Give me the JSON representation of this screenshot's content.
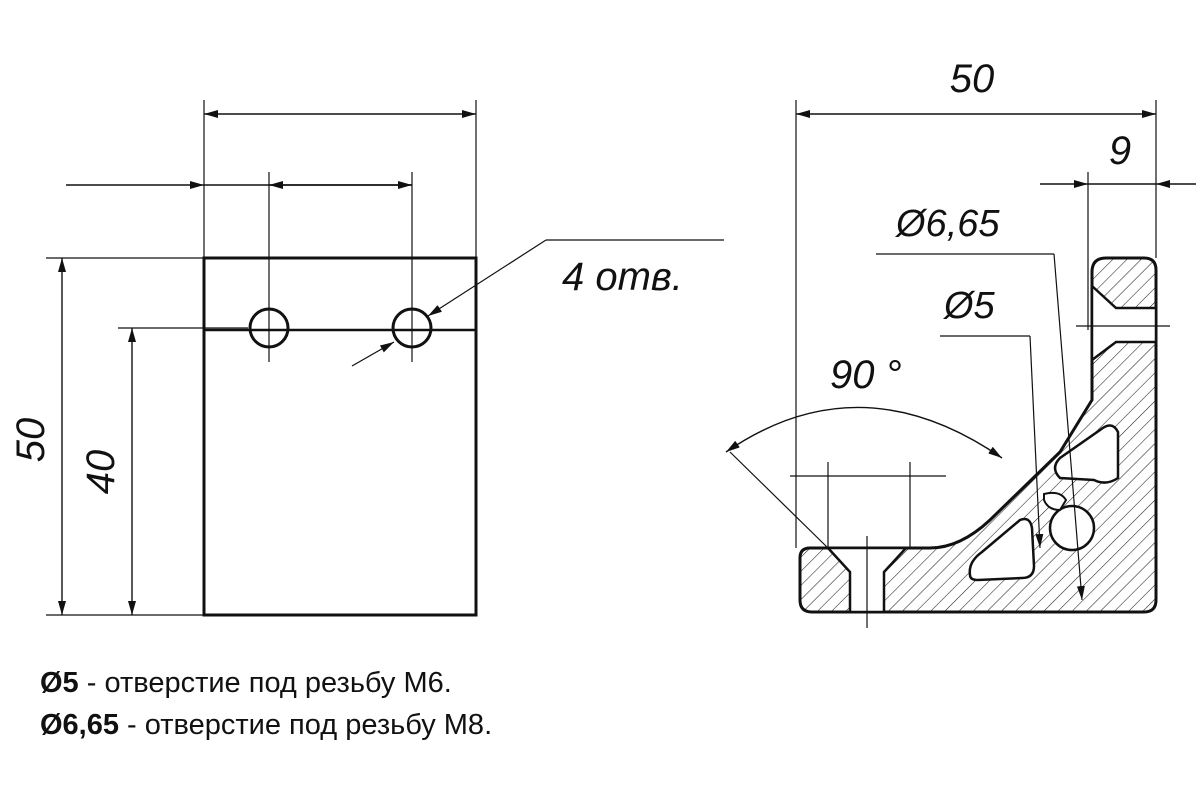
{
  "drawing": {
    "front_view": {
      "width_dim": "",
      "height_total": "50",
      "height_hole": "40",
      "holes_note": "4 отв."
    },
    "side_view": {
      "width_total": "50",
      "width_offset": "9",
      "angle": "90 °",
      "hole_large": "Ø6,65",
      "hole_small": "Ø5"
    }
  },
  "notes": [
    {
      "symbol": "Ø5",
      "text": " - отверстие под резьбу М6."
    },
    {
      "symbol": "Ø6,65",
      "text": " - отверстие под резьбу М8."
    }
  ]
}
